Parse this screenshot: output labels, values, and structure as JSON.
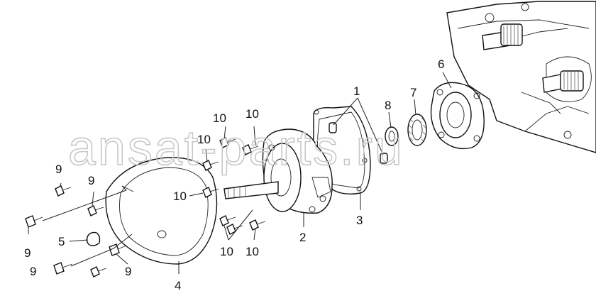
{
  "watermark": "ansat-parts.ru",
  "callouts": {
    "c1": "1",
    "c2": "2",
    "c3": "3",
    "c4": "4",
    "c5": "5",
    "c6": "6",
    "c7": "7",
    "c8": "8",
    "c9a": "9",
    "c9b": "9",
    "c9c": "9",
    "c9d": "9",
    "c9e": "9",
    "c10a": "10",
    "c10b": "10",
    "c10c": "10",
    "c10d": "10",
    "c10e": "10",
    "c10f": "10"
  }
}
